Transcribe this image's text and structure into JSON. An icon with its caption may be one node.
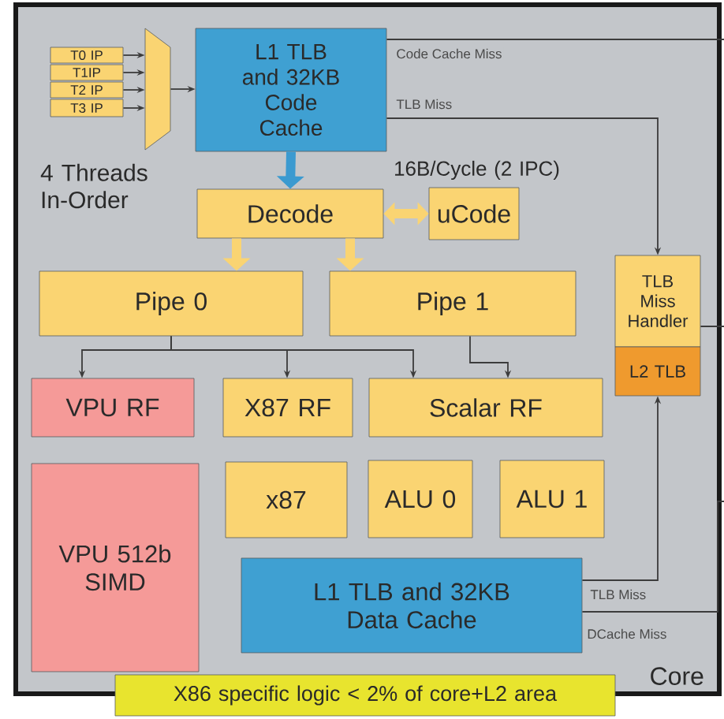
{
  "diagram": {
    "nodes": [
      {
        "text": [
          "Core"
        ]
      },
      {
        "text": [
          "T0 IP"
        ],
        "in": 0
      },
      {
        "text": [
          "T1IP"
        ],
        "in": 0
      },
      {
        "text": [
          "T2 IP"
        ],
        "in": 0
      },
      {
        "text": [
          "T3 IP"
        ],
        "in": 0
      },
      {
        "text": [],
        "shape": "trapezoid",
        "in": 0
      },
      {
        "text": [
          "L1 TLB and 32KB Code Cache"
        ],
        "in": 0
      },
      {
        "text": [
          "Decode"
        ],
        "in": 0
      },
      {
        "text": [
          "uCode"
        ],
        "in": 0
      },
      {
        "text": [
          "Pipe 0"
        ],
        "in": 0
      },
      {
        "text": [
          "Pipe 1"
        ],
        "in": 0
      },
      {
        "text": [
          "TLB Miss Handler"
        ],
        "in": 0
      },
      {
        "text": [
          "L2 TLB"
        ],
        "in": 0
      },
      {
        "text": [
          "VPU RF"
        ],
        "in": 0
      },
      {
        "text": [
          "X87 RF"
        ],
        "in": 0
      },
      {
        "text": [
          "Scalar RF"
        ],
        "in": 0
      },
      {
        "text": [
          "VPU 512b SIMD"
        ],
        "in": 0
      },
      {
        "text": [
          "x87"
        ],
        "in": 0
      },
      {
        "text": [
          "ALU 0"
        ],
        "in": 0
      },
      {
        "text": [
          "ALU 1"
        ],
        "in": 0
      },
      {
        "text": [
          "L1 TLB and 32KB Data Cache"
        ],
        "in": 0
      },
      {
        "text": [
          "X86 specific logic < 2% of core+L2 area"
        ]
      }
    ],
    "edges": [
      {
        "from": 1,
        "to": 5,
        "arrow": "to"
      },
      {
        "from": 2,
        "to": 5,
        "arrow": "to"
      },
      {
        "from": 3,
        "to": 5,
        "arrow": "to"
      },
      {
        "from": 4,
        "to": 5,
        "arrow": "to"
      },
      {
        "from": 5,
        "to": 6,
        "arrow": "to"
      },
      {
        "from": 6,
        "to": 7,
        "arrow": "to",
        "style": "thick",
        "color": "#3b9ad0"
      },
      {
        "from": 7,
        "to": 8,
        "arrow": "both",
        "style": "thick",
        "color": "#fad472"
      },
      {
        "from": 7,
        "to": 9,
        "arrow": "to",
        "style": "thick",
        "color": "#fad472"
      },
      {
        "from": 7,
        "to": 10,
        "arrow": "to",
        "style": "thick",
        "color": "#fad472"
      },
      {
        "from": 9,
        "to": 13,
        "arrow": "to"
      },
      {
        "from": 9,
        "to": 14,
        "arrow": "to"
      },
      {
        "from": 9,
        "to": 15,
        "arrow": "to"
      },
      {
        "from": 10,
        "to": 15,
        "arrow": "to"
      },
      {
        "from": 6,
        "to": 11,
        "arrow": "to",
        "label": "TLB Miss"
      },
      {
        "from": 6,
        "to": null,
        "arrow": "none",
        "label": "Code Cache Miss"
      },
      {
        "from": 11,
        "to": null,
        "arrow": "none"
      },
      {
        "from": 20,
        "to": 12,
        "arrow": "to",
        "label": "TLB Miss"
      },
      {
        "from": 20,
        "to": null,
        "arrow": "none",
        "label": "DCache Miss"
      }
    ],
    "labels": [
      "4 Threads In-Order",
      "16B/Cycle (2 IPC)"
    ]
  }
}
